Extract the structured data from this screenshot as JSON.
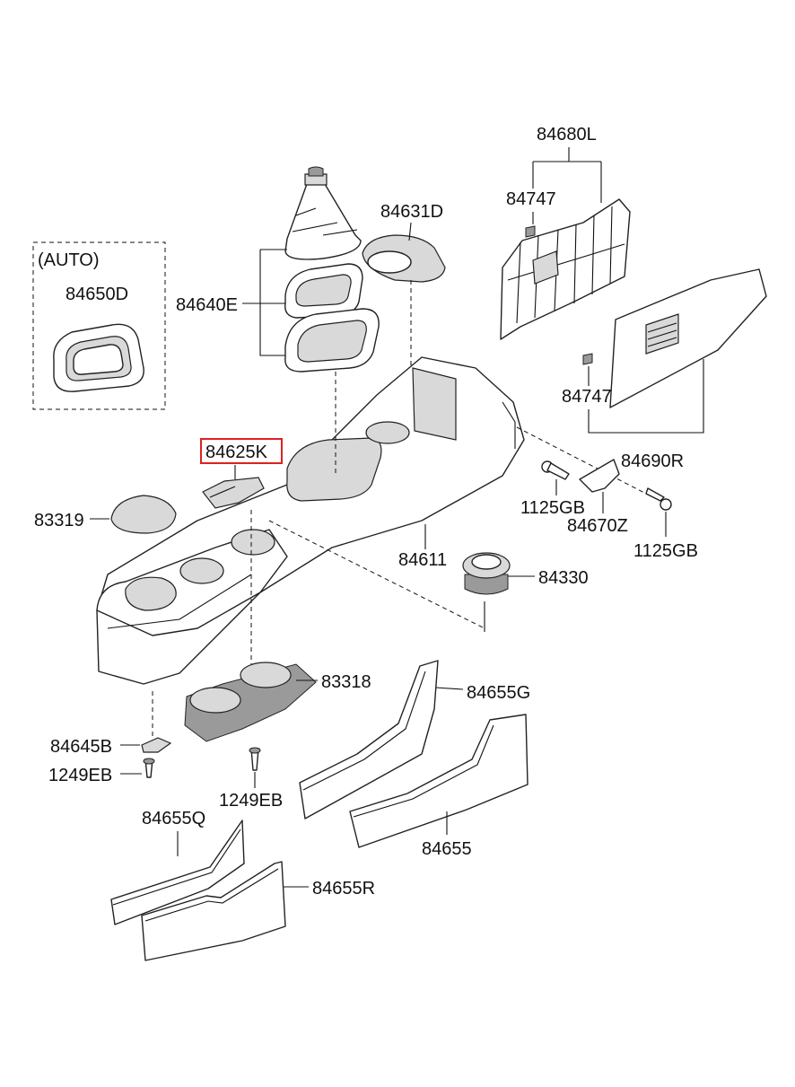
{
  "diagram": {
    "auto_box_label": "(AUTO)",
    "highlight_color": "#e02020",
    "labels": {
      "p84680L": "84680L",
      "p84747a": "84747",
      "p84631D": "84631D",
      "p84650D": "84650D",
      "p84640E": "84640E",
      "p84747b": "84747",
      "p84625K": "84625K",
      "p84690R": "84690R",
      "p1125GBa": "1125GB",
      "p84670Z": "84670Z",
      "p83319": "83319",
      "p1125GBb": "1125GB",
      "p84611": "84611",
      "p84330": "84330",
      "p83318": "83318",
      "p84655G": "84655G",
      "p84645B": "84645B",
      "p1249EBa": "1249EB",
      "p1249EBb": "1249EB",
      "p84655Q": "84655Q",
      "p84655": "84655",
      "p84655R": "84655R"
    }
  }
}
